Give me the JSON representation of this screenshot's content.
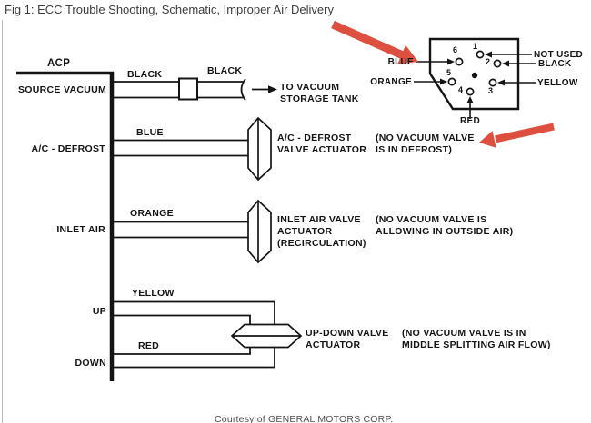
{
  "title": "Fig 1: ECC Trouble Shooting, Schematic, Improper Air Delivery",
  "footer": "Courtesy of GENERAL MOTORS CORP.",
  "colors": {
    "line_art": "#141414",
    "annotation_arrow": "#dd4f3e",
    "title_text": "#3d3d3d",
    "footer_text": "#4f4f4f"
  },
  "schematic": {
    "acp_label": "ACP",
    "source_vacuum": {
      "port_label": "SOURCE VACUUM",
      "hose_label_1": "BLACK",
      "hose_label_2": "BLACK",
      "destination_line1": "TO VACUUM",
      "destination_line2": "STORAGE TANK"
    },
    "ac_defrost": {
      "port_label": "A/C - DEFROST",
      "wire_label": "BLUE",
      "actuator_line1": "A/C - DEFROST",
      "actuator_line2": "VALVE ACTUATOR",
      "note_line1": "(NO VACUUM VALVE",
      "note_line2": "IS IN DEFROST)"
    },
    "inlet_air": {
      "port_label": "INLET AIR",
      "wire_label": "ORANGE",
      "actuator_line1": "INLET AIR VALVE",
      "actuator_line2": "ACTUATOR",
      "actuator_line3": "(RECIRCULATION)",
      "note_line1": "(NO VACUUM VALVE IS",
      "note_line2": "ALLOWING IN OUTSIDE AIR)"
    },
    "up_down": {
      "up_label": "UP",
      "down_label": "DOWN",
      "up_wire_label": "YELLOW",
      "down_wire_label": "RED",
      "actuator_line1": "UP-DOWN VALVE",
      "actuator_line2": "ACTUATOR",
      "note_line1": "(NO VACUUM VALVE IS IN",
      "note_line2": "MIDDLE SPLITTING AIR FLOW)"
    },
    "connector": {
      "pins": [
        {
          "number": "1",
          "label": "NOT USED"
        },
        {
          "number": "2",
          "label": "BLACK"
        },
        {
          "number": "3",
          "label": "YELLOW"
        },
        {
          "number": "4",
          "label": "RED"
        },
        {
          "number": "5",
          "label": "ORANGE"
        },
        {
          "number": "6",
          "label": "BLUE"
        }
      ]
    }
  }
}
